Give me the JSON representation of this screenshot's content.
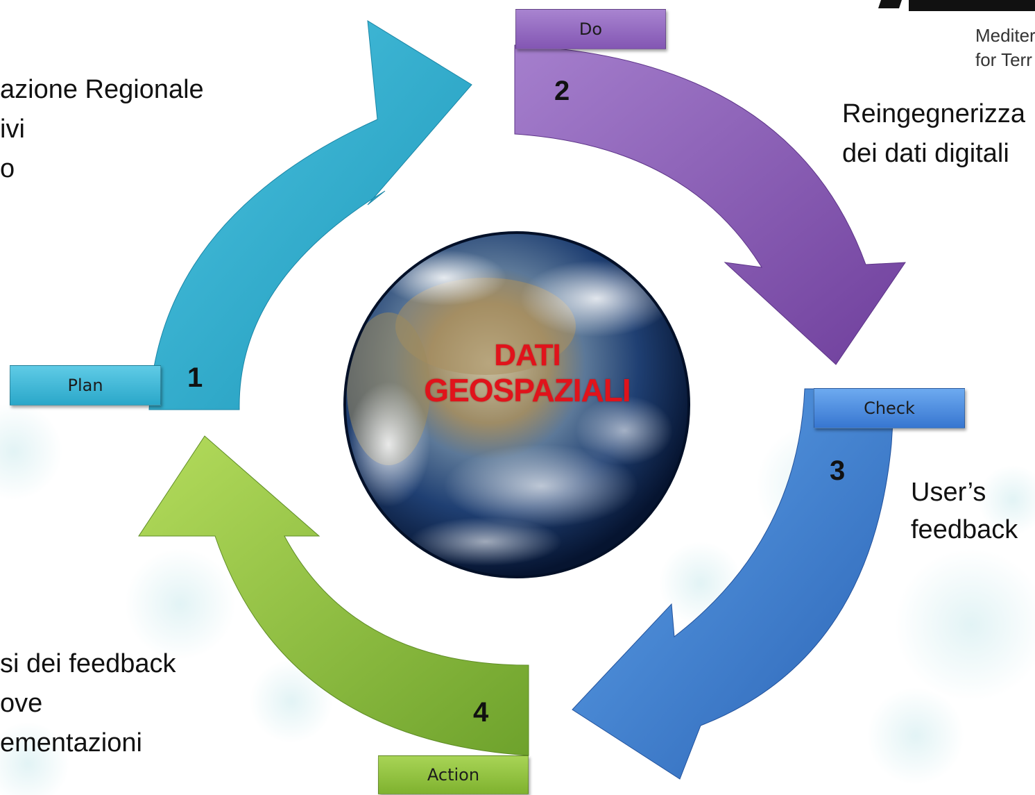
{
  "phases": {
    "plan": {
      "label": "Plan",
      "number": "1",
      "color": "#2fb4d4"
    },
    "do": {
      "label": "Do",
      "number": "2",
      "color": "#8a58b4"
    },
    "check": {
      "label": "Check",
      "number": "3",
      "color": "#3f84d6"
    },
    "action": {
      "label": "Action",
      "number": "4",
      "color": "#8fc23c"
    }
  },
  "center": {
    "line1": "DATI",
    "line2": "GEOSPAZIALI"
  },
  "texts": {
    "plan_lines": [
      "azione Regionale",
      "ivi",
      "o"
    ],
    "do_lines": [
      "Reingegnerizza",
      "dei dati digitali"
    ],
    "check_lines": [
      "User’s",
      "feedback"
    ],
    "action_lines": [
      "si dei feedback",
      "ove",
      "ementazioni"
    ]
  },
  "logo": {
    "line1": "Mediter",
    "line2": "for Terr"
  }
}
